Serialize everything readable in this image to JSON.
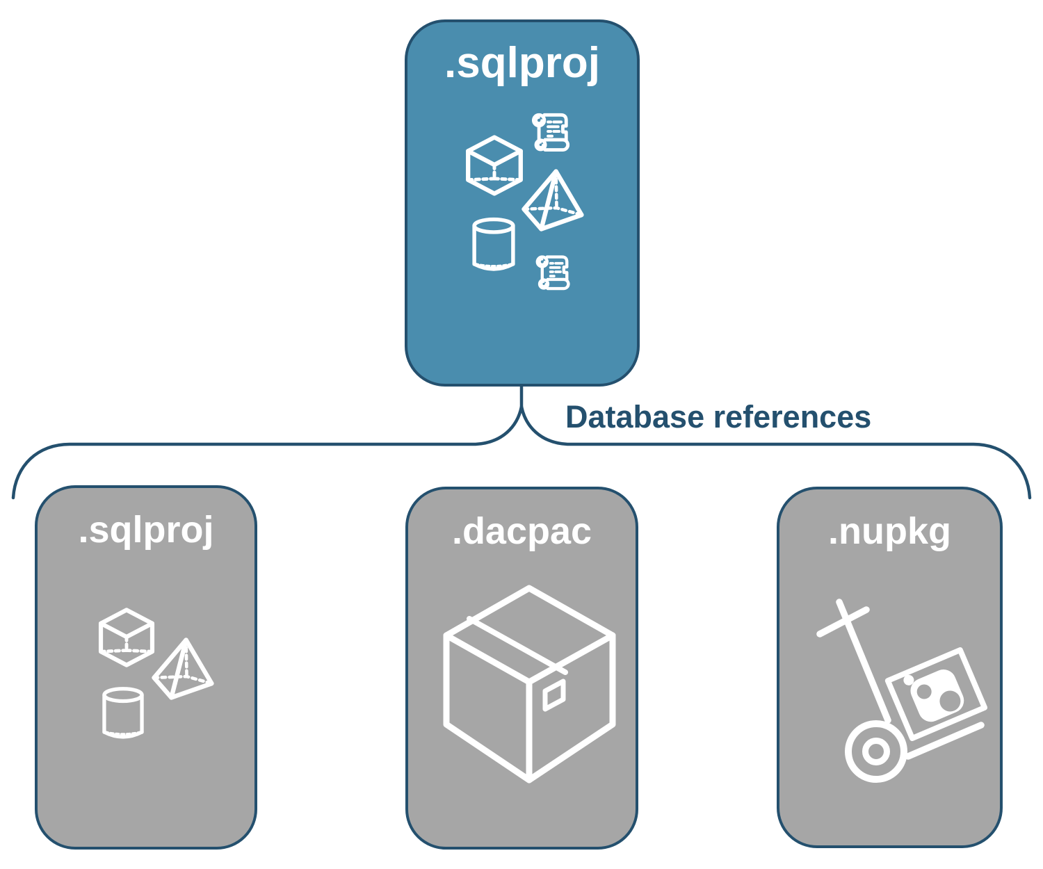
{
  "page": {
    "background": "#FFFFFF"
  },
  "diagram": {
    "root": {
      "label": ".sqlproj",
      "fill": "#4A8DAE",
      "icons": [
        "scroll",
        "cube",
        "pyramid",
        "cylinder",
        "scroll"
      ]
    },
    "connector": {
      "label": "Database references",
      "color": "#24506E"
    },
    "children": [
      {
        "label": ".sqlproj",
        "fill": "#A6A6A6",
        "icons": [
          "cube",
          "pyramid",
          "cylinder"
        ]
      },
      {
        "label": ".dacpac",
        "fill": "#A6A6A6",
        "icons": [
          "package-box"
        ]
      },
      {
        "label": ".nupkg",
        "fill": "#A6A6A6",
        "icons": [
          "hand-truck-with-nuget-package"
        ]
      }
    ],
    "colors": {
      "node_border": "#24506E",
      "node_text": "#FFFFFF",
      "icon_stroke": "#FFFFFF",
      "root_fill": "#4A8DAE",
      "child_fill": "#A6A6A6"
    }
  }
}
